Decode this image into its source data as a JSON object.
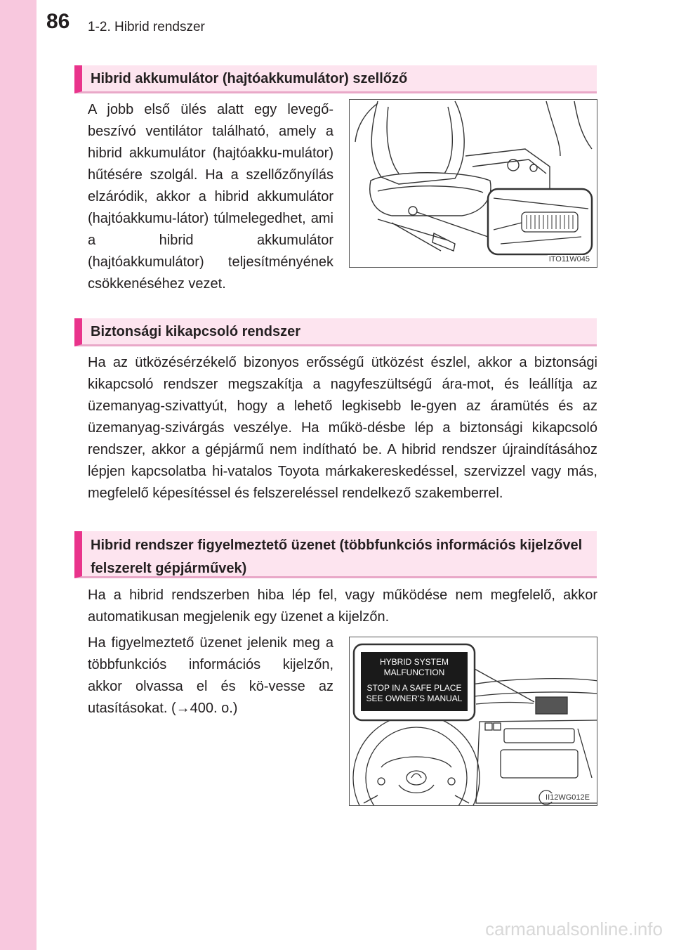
{
  "header": {
    "page_number": "86",
    "section": "1-2. Hibrid rendszer"
  },
  "sections": [
    {
      "title": "Hibrid akkumulátor (hajtóakkumulátor) szellőző",
      "text": "A jobb első ülés alatt egy levegő-beszívó ventilátor található, amely a hibrid akkumulátor (hajtóakku-mulátor) hűtésére szolgál. Ha a szellőzőnyílás elzáródik, akkor a hibrid akkumulátor (hajtóakkumu-látor) túlmelegedhet, ami a hibrid akkumulátor (hajtóakkumulátor) teljesítményének csökkenéséhez vezet.",
      "figure_code": "ITO11W045"
    },
    {
      "title": "Biztonsági kikapcsoló rendszer",
      "text": "Ha az ütközésérzékelő bizonyos erősségű ütközést észlel, akkor a biztonsági kikapcsoló rendszer megszakítja a nagyfeszültségű ára-mot, és leállítja az üzemanyag-szivattyút, hogy a lehető legkisebb le-gyen az áramütés és az üzemanyag-szivárgás veszélye. Ha műkö-désbe lép a biztonsági kikapcsoló rendszer, akkor a gépjármű nem indítható be. A hibrid rendszer újraindításához lépjen kapcsolatba hi-vatalos Toyota márkakereskedéssel, szervizzel vagy más, megfelelő képesítéssel és felszereléssel rendelkező szakemberrel."
    },
    {
      "title": "Hibrid rendszer figyelmeztető üzenet (többfunkciós információs kijelzővel felszerelt gépjárművek)",
      "text": "Ha a hibrid rendszerben hiba lép fel, vagy működése nem megfelelő, akkor automatikusan megjelenik egy üzenet a kijelzőn.",
      "text2": "Ha figyelmeztető üzenet jelenik meg a többfunkciós információs kijelzőn, akkor olvassa el és kö-vesse az utasításokat. (→400. o.)",
      "figure_code": "II12WG012E",
      "display_lines": [
        "HYBRID SYSTEM",
        "MALFUNCTION",
        "STOP IN A SAFE PLACE",
        "SEE OWNER'S MANUAL"
      ]
    }
  ],
  "watermark": "carmanualsonline.info"
}
